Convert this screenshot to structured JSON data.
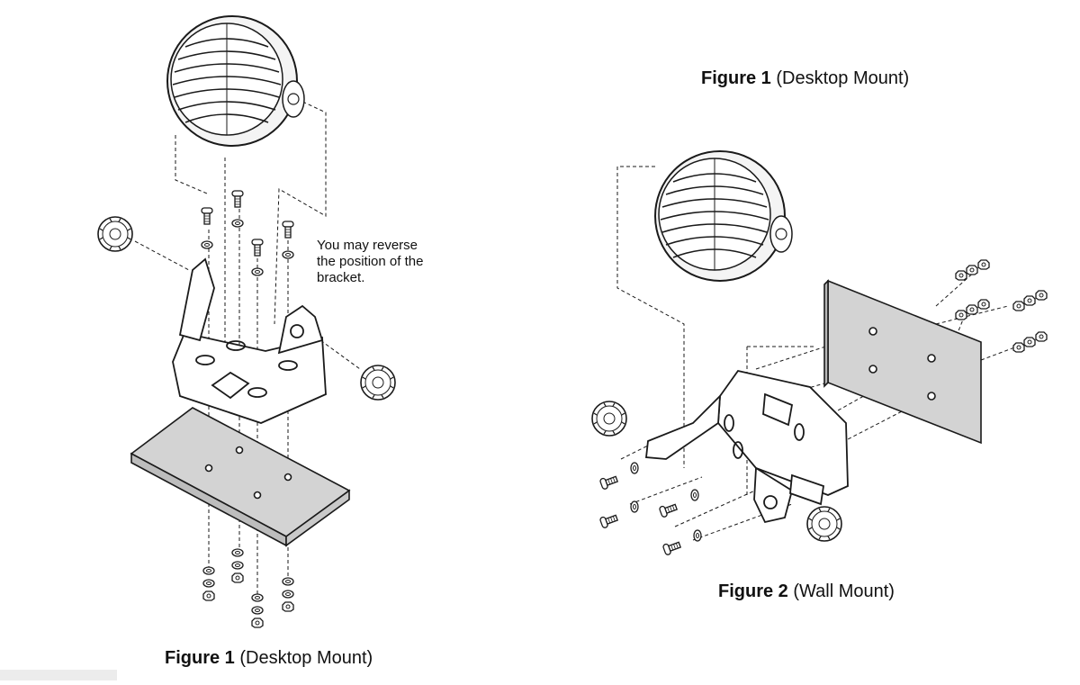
{
  "captions": {
    "desktop_bottom": {
      "bold": "Figure 1",
      "text": "(Desktop Mount)"
    },
    "desktop_top": {
      "bold": "Figure 1",
      "text": "(Desktop Mount)"
    },
    "wall": {
      "bold": "Figure 2",
      "text": "(Wall Mount)"
    }
  },
  "note": {
    "line1": "You may reverse",
    "line2": "the position of the",
    "line3": "bracket."
  },
  "colors": {
    "line": "#1a1a1a",
    "plate": "#d3d3d3",
    "speaker": "#f4f4f4"
  },
  "icons": [
    "speaker-icon",
    "mounting-bracket-icon",
    "mounting-plate-icon",
    "bolt-icon",
    "washer-icon",
    "nut-icon",
    "knob-icon"
  ]
}
